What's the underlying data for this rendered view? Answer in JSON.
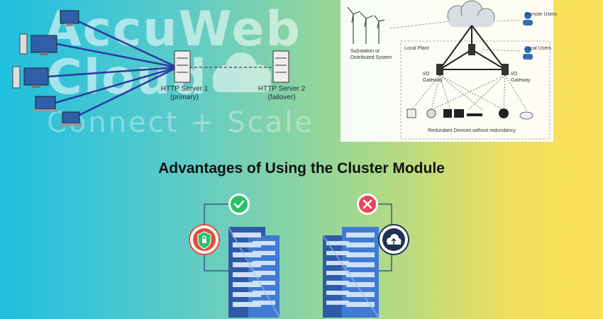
{
  "watermark": {
    "line1": "AccuWeb",
    "line2": "Cloud",
    "tagline": "Connect + Scale"
  },
  "left_diagram": {
    "server1_label": "HTTP Server 1",
    "server1_sub": "(primary)",
    "server2_label": "HTTP Server 2",
    "server2_sub": "(failover)"
  },
  "right_diagram": {
    "remote_users": "Remote Users",
    "local_users": "Local Users",
    "substation": "Substation or Distributed System",
    "local_plant": "Local Plant",
    "gateway_left": "I/O Gateway",
    "gateway_right": "I/O Gateway",
    "devices_caption": "Redundant Devices without redundancy"
  },
  "title": "Advantages of Using the Cluster Module",
  "colors": {
    "check_badge": "#2bbf6a",
    "x_badge": "#e8465a",
    "shield": "#e04e3a",
    "cloud_icon": "#1f3252",
    "rack": "#3a6fc4"
  }
}
